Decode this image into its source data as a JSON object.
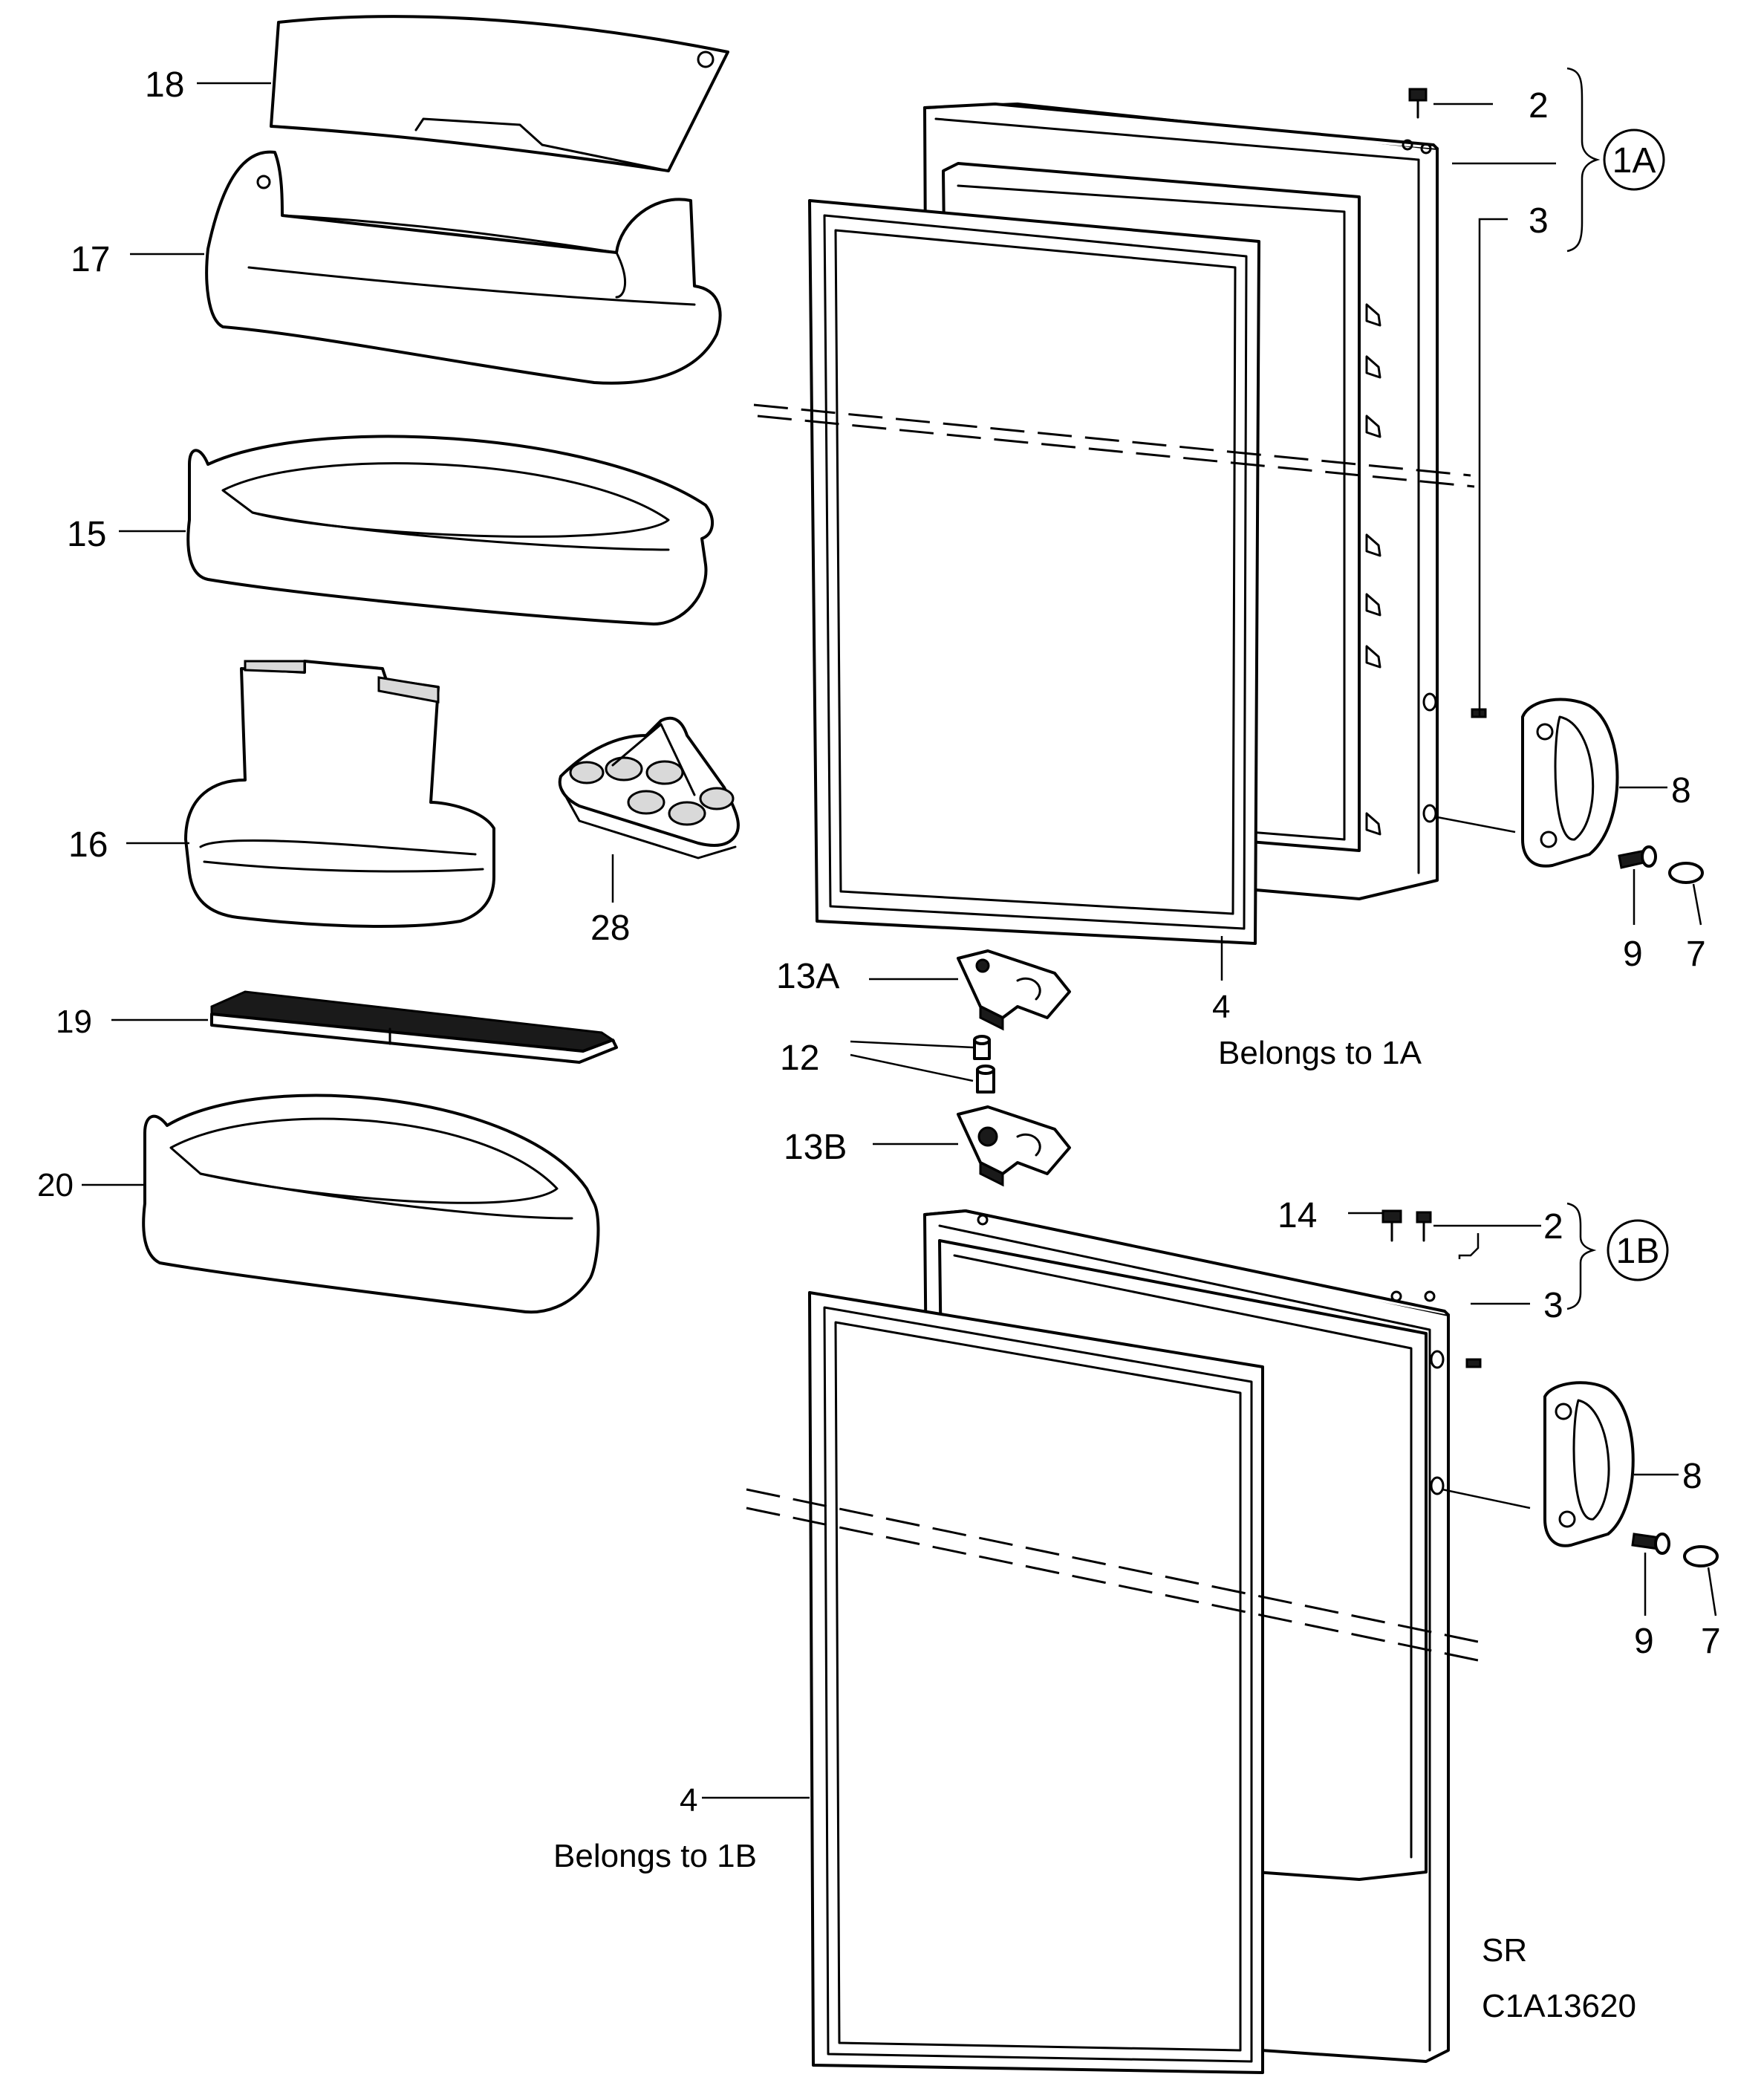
{
  "labels": {
    "p18": "18",
    "p17": "17",
    "p15": "15",
    "p16": "16",
    "p28": "28",
    "p19": "19",
    "p20": "20",
    "p2a": "2",
    "p3a": "3",
    "ref1a": "1A",
    "p8a": "8",
    "p9a": "9",
    "p7a": "7",
    "p4a": "4",
    "belongs1a": "Belongs to 1A",
    "p13a": "13A",
    "p12": "12",
    "p13b": "13B",
    "p14": "14",
    "p2b": "2",
    "ref1b": "1B",
    "p3b": "3",
    "p8b": "8",
    "p9b": "9",
    "p7b": "7",
    "p4b": "4",
    "belongs1b": "Belongs to 1B",
    "sr": "SR",
    "code": "C1A13620"
  }
}
